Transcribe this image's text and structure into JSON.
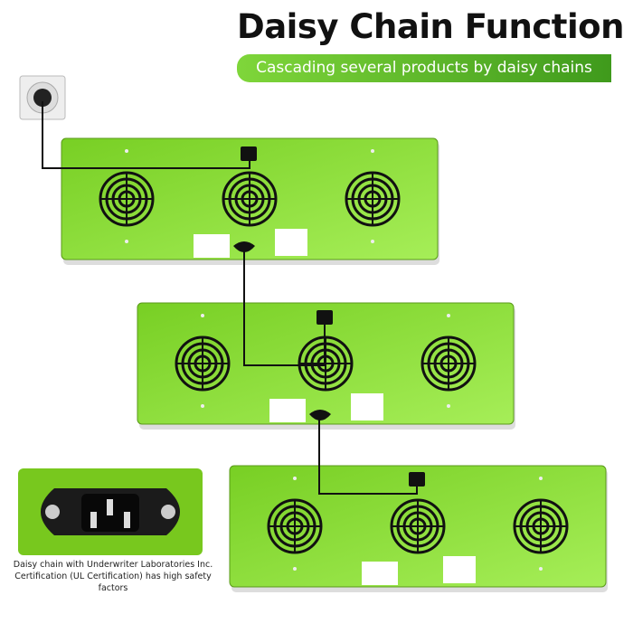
{
  "header": {
    "title": "Daisy Chain Function",
    "subtitle": "Cascading several products by daisy chains"
  },
  "inset": {
    "caption_line1": "Daisy chain with Underwriter Laboratories Inc.",
    "caption_line2": "Certification (UL Certification) has high safety factors"
  },
  "colors": {
    "panel": "#8fe03a",
    "accent": "#4fa524",
    "wire": "#111111"
  },
  "panels": [
    {
      "name": "grow-light-1"
    },
    {
      "name": "grow-light-2"
    },
    {
      "name": "grow-light-3"
    }
  ]
}
